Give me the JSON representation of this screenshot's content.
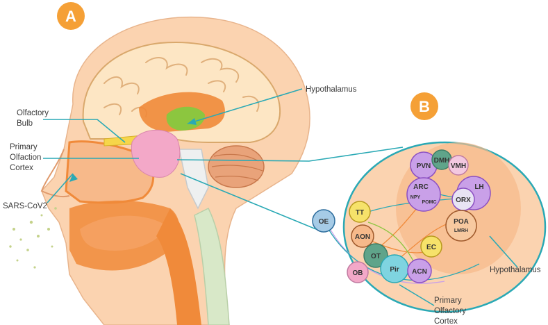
{
  "badges": {
    "a": "A",
    "b": "B"
  },
  "labels": {
    "hypothalamus_top": "Hypothalamus",
    "olfactory_bulb": [
      "Olfactory",
      "Bulb"
    ],
    "primary_olfaction_cortex": [
      "Primary",
      "Olfaction",
      "Cortex"
    ],
    "sars_cov2": "SARS-CoV2",
    "hypothalamus_right": "Hypothalamus",
    "primary_olfactory_cortex": [
      "Primary",
      "Olfactory",
      "Cortex"
    ]
  },
  "nodes": {
    "pvn": "PVN",
    "dmh": "DMH",
    "vmh": "VMH",
    "arc": "ARC",
    "lh": "LH",
    "npy": "NPY",
    "pomc": "POMC",
    "orx": "ORX",
    "poa": "POA",
    "lmrh": "LMRH",
    "oe": "OE",
    "tt": "TT",
    "aon": "AON",
    "ot": "OT",
    "ec": "EC",
    "ob": "OB",
    "pir": "Pir",
    "acn": "ACN"
  },
  "colors": {
    "badge": "#f5a036",
    "teal": "#2aa9b5",
    "skin": "#fbd3b0",
    "orange": "#f08a3a",
    "brain": "#fde6c4",
    "pink": "#f3a8c8",
    "green": "#8cc63f",
    "purple": "#c9a0e8"
  }
}
